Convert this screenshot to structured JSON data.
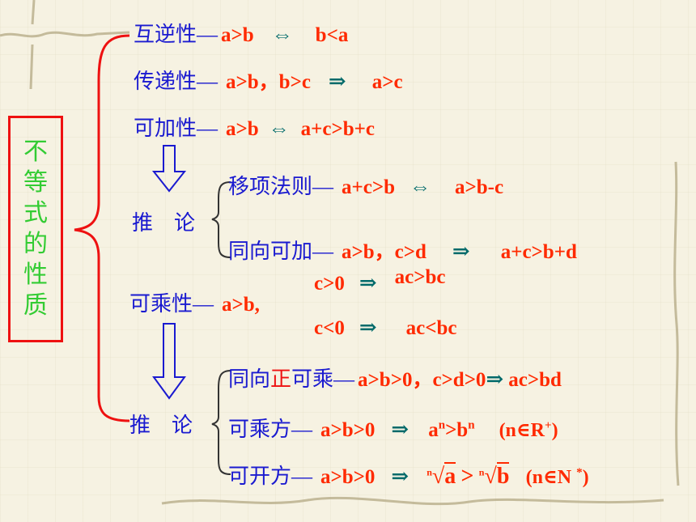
{
  "title_chars": [
    "不",
    "等",
    "式",
    "的",
    "性",
    "质"
  ],
  "rows": {
    "r1": {
      "label": "互逆性—",
      "a": "a>b",
      "sym": "⇔",
      "b": "b<a"
    },
    "r2": {
      "label": "传递性—",
      "a": "a>b，b>c",
      "sym": "⇒",
      "b": "a>c"
    },
    "r3": {
      "label": "可加性—",
      "a": "a>b",
      "sym": "⇔",
      "b": "a+c>b+c"
    },
    "tl1": {
      "label": "推　论"
    },
    "r4": {
      "label": "移项法则—",
      "a": "a+c>b",
      "sym": "⇔",
      "b": "a>b-c"
    },
    "r5": {
      "label": "同向可加—",
      "a": "a>b，c>d",
      "sym": "⇒",
      "b": "a+c>b+d"
    },
    "r6": {
      "label": "可乘性—",
      "a": "a>b,",
      "c1": "c>0",
      "sym1": "⇒",
      "b1": "ac>bc",
      "c2": "c<0",
      "sym2": "⇒",
      "b2": "ac<bc"
    },
    "tl2": {
      "label": "推　论"
    },
    "r7": {
      "label_pre": "同向",
      "label_hl": "正",
      "label_post": "可乘—",
      "a": "a>b>0，c>d>0",
      "sym": "⇒",
      "b": "ac>bd"
    },
    "r8": {
      "label": "可乘方—",
      "a": "a>b>0",
      "sym": "⇒",
      "b_a": "a",
      "b_n1": "n",
      "b_gt": ">b",
      "b_n2": "n",
      "cond_pre": "(n∈R",
      "cond_sup": "+",
      "cond_post": ")"
    },
    "r9": {
      "label": "可开方—",
      "a": "a>b>0",
      "sym": "⇒",
      "root_idx1": "n",
      "root_a": "a",
      "gt": ">",
      "root_idx2": "n",
      "root_b": "b",
      "cond_pre": "(n∈N ",
      "cond_sup": "*",
      "cond_post": ")"
    }
  },
  "colors": {
    "label": "#1a1ad0",
    "math": "#ff2a00",
    "symbol": "#006a6a",
    "title": "#33cc33",
    "box": "#ee1111"
  }
}
